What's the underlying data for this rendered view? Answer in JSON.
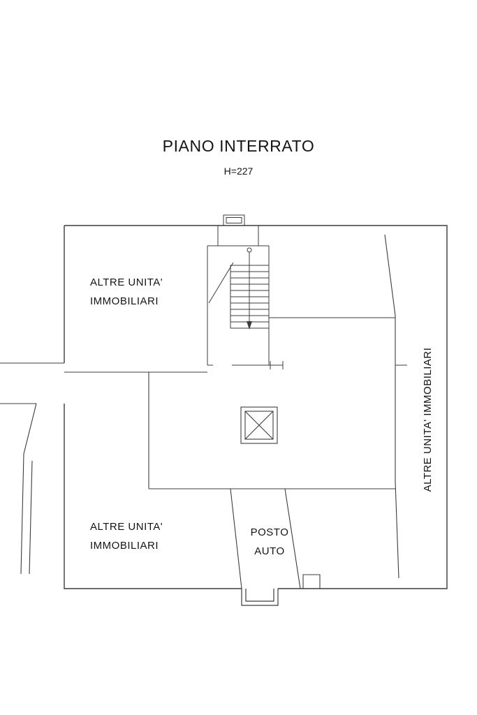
{
  "page": {
    "title": "PIANO INTERRATO",
    "subtitle": "H=227"
  },
  "floorplan": {
    "rooms": {
      "top_left_unit": {
        "line1": "ALTRE UNITA'",
        "line2": "IMMOBILIARI"
      },
      "bottom_left_unit": {
        "line1": "ALTRE UNITA'",
        "line2": "IMMOBILIARI"
      },
      "right_unit": {
        "label": "ALTRE UNITA' IMMOBILIARI"
      },
      "parking": {
        "line1": "POSTO",
        "line2": "AUTO"
      }
    },
    "colors": {
      "line": "#3c3c3c",
      "text": "#141414",
      "background": "#ffffff"
    }
  }
}
